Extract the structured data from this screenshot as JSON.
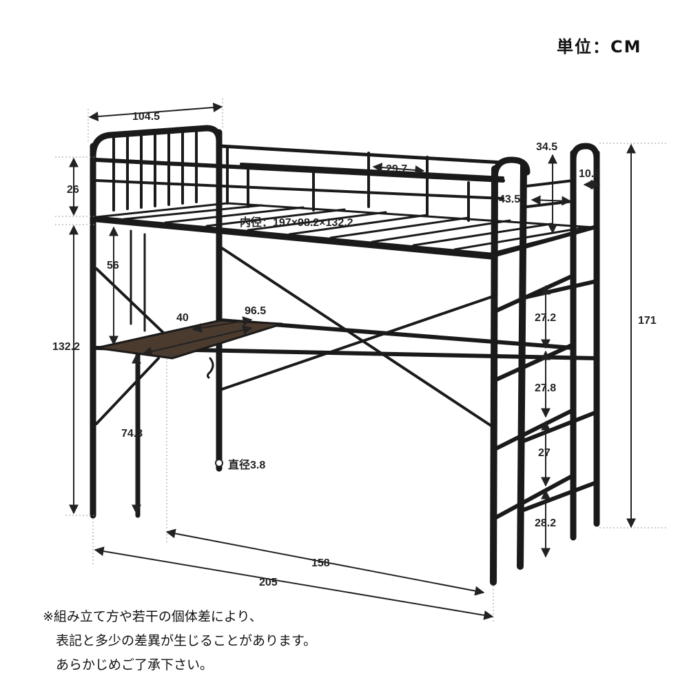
{
  "unit_label": "単位：CM",
  "dimensions": {
    "headboard_width": "104.5",
    "guard_height": "26",
    "ladder_opening": "29.7",
    "top_end_height": "34.5",
    "post_offset": "10.5",
    "ladder_width": "43.5",
    "inner_size": "内径：197×98.2×132.2",
    "under_bed_height": "132.2",
    "desk_to_frame": "56",
    "desk_depth": "40",
    "desk_width": "96.5",
    "desk_height": "74.3",
    "pipe_diameter": "直径3.8",
    "step_1": "27.2",
    "step_2": "27.8",
    "step_3": "27",
    "step_4": "28.2",
    "total_height": "171",
    "inner_length": "158",
    "total_length": "205"
  },
  "note_lines": [
    "※組み立て方や若干の個体差により、",
    "　表記と多少の差異が生じることがあります。",
    "　あらかじめご了承下さい。"
  ]
}
